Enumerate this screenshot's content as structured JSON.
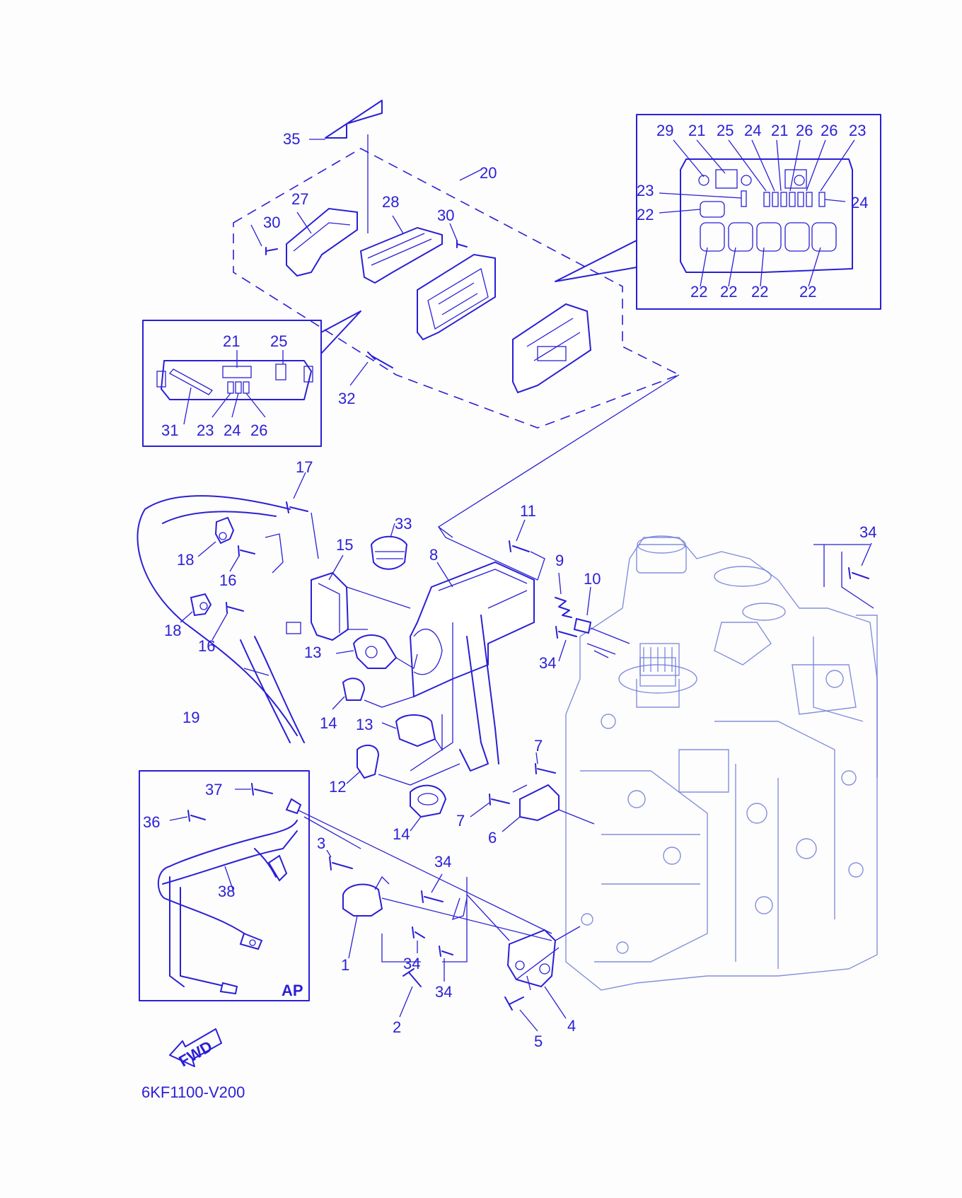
{
  "diagram_code": "6KF1100-V200",
  "fwd_label": "FWD",
  "ap_label": "AP",
  "colors": {
    "line": "#2a1fd6",
    "background": "#fdfdfd",
    "engine": "#6f7bd8"
  },
  "part_labels": [
    {
      "id": "l35",
      "text": "35"
    },
    {
      "id": "l20",
      "text": "20"
    },
    {
      "id": "l27",
      "text": "27"
    },
    {
      "id": "l28",
      "text": "28"
    },
    {
      "id": "l30a",
      "text": "30"
    },
    {
      "id": "l30b",
      "text": "30"
    },
    {
      "id": "l32",
      "text": "32"
    },
    {
      "id": "i29",
      "text": "29"
    },
    {
      "id": "i21a",
      "text": "21"
    },
    {
      "id": "i25",
      "text": "25"
    },
    {
      "id": "i24a",
      "text": "24"
    },
    {
      "id": "i21b",
      "text": "21"
    },
    {
      "id": "i26a",
      "text": "26"
    },
    {
      "id": "i26b",
      "text": "26"
    },
    {
      "id": "i23a",
      "text": "23"
    },
    {
      "id": "i23b",
      "text": "23"
    },
    {
      "id": "i24b",
      "text": "24"
    },
    {
      "id": "i22a",
      "text": "22"
    },
    {
      "id": "i22b",
      "text": "22"
    },
    {
      "id": "i22c",
      "text": "22"
    },
    {
      "id": "i22d",
      "text": "22"
    },
    {
      "id": "i22e",
      "text": "22"
    },
    {
      "id": "j21",
      "text": "21"
    },
    {
      "id": "j25",
      "text": "25"
    },
    {
      "id": "j31",
      "text": "31"
    },
    {
      "id": "j23",
      "text": "23"
    },
    {
      "id": "j24",
      "text": "24"
    },
    {
      "id": "j26",
      "text": "26"
    },
    {
      "id": "l17",
      "text": "17"
    },
    {
      "id": "l33",
      "text": "33"
    },
    {
      "id": "l11",
      "text": "11"
    },
    {
      "id": "l34a",
      "text": "34"
    },
    {
      "id": "l15",
      "text": "15"
    },
    {
      "id": "l8",
      "text": "8"
    },
    {
      "id": "l9",
      "text": "9"
    },
    {
      "id": "l10",
      "text": "10"
    },
    {
      "id": "l18a",
      "text": "18"
    },
    {
      "id": "l16a",
      "text": "16"
    },
    {
      "id": "l18b",
      "text": "18"
    },
    {
      "id": "l16b",
      "text": "16"
    },
    {
      "id": "l13a",
      "text": "13"
    },
    {
      "id": "l34b",
      "text": "34"
    },
    {
      "id": "l19",
      "text": "19"
    },
    {
      "id": "l14a",
      "text": "14"
    },
    {
      "id": "l13b",
      "text": "13"
    },
    {
      "id": "l7a",
      "text": "7"
    },
    {
      "id": "l12",
      "text": "12"
    },
    {
      "id": "l14b",
      "text": "14"
    },
    {
      "id": "l7b",
      "text": "7"
    },
    {
      "id": "l6",
      "text": "6"
    },
    {
      "id": "l37",
      "text": "37"
    },
    {
      "id": "l36",
      "text": "36"
    },
    {
      "id": "l38",
      "text": "38"
    },
    {
      "id": "l3",
      "text": "3"
    },
    {
      "id": "l34c",
      "text": "34"
    },
    {
      "id": "l1",
      "text": "1"
    },
    {
      "id": "l34d",
      "text": "34"
    },
    {
      "id": "l34e",
      "text": "34"
    },
    {
      "id": "l2",
      "text": "2"
    },
    {
      "id": "l4",
      "text": "4"
    },
    {
      "id": "l5",
      "text": "5"
    }
  ]
}
